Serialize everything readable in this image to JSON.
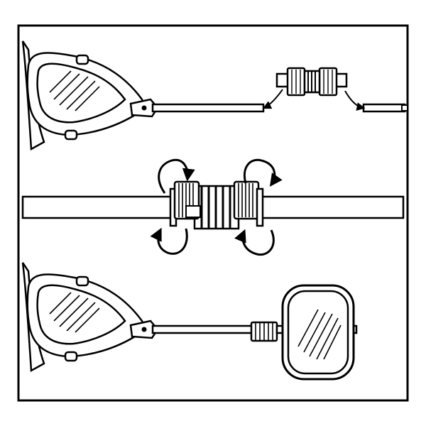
{
  "diagram": {
    "colors": {
      "ink": "#000000",
      "paper": "#ffffff"
    },
    "panels": [
      {
        "name": "step-1-separate-parts"
      },
      {
        "name": "step-2-tighten-connector"
      },
      {
        "name": "step-3-attach-extension-mirror"
      }
    ]
  }
}
